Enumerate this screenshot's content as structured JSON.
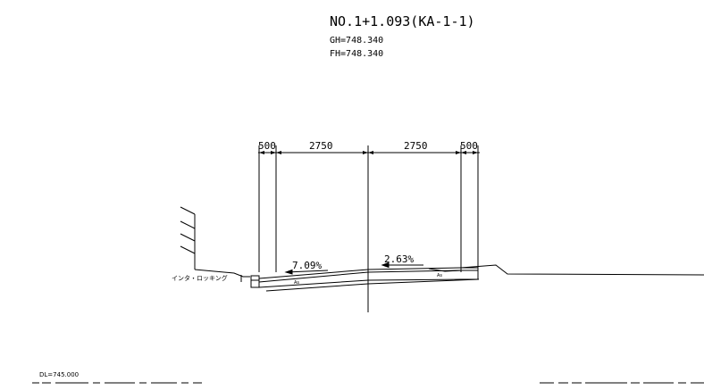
{
  "title": {
    "station": "NO.1+1.093(KA-1-1)",
    "gh": "GH=748.340",
    "fh": "FH=748.340"
  },
  "dimensions": {
    "left_shoulder": "500",
    "left_lane": "2750",
    "right_lane": "2750",
    "right_shoulder": "500"
  },
  "slopes": {
    "left": "7.09%",
    "right": "2.63%"
  },
  "labels": {
    "interlocking": "インタ・ロッキング",
    "layer_code_left": "As",
    "layer_code_right": "As"
  },
  "datum": {
    "dl": "DL=745.000"
  },
  "colors": {
    "background": "#ffffff",
    "line": "#000000"
  }
}
